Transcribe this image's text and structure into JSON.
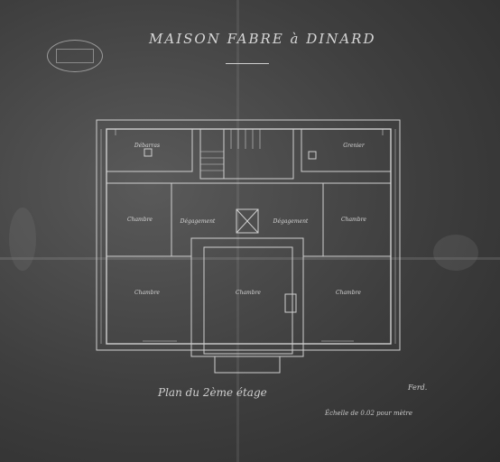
{
  "document": {
    "title": "MAISON FABRE à DINARD",
    "subtitle": "Plan du 2ème étage",
    "scale_note": "Échelle de 0.02 pour mètre",
    "signature": "Ferd."
  },
  "rooms": {
    "top_left": "Débarras",
    "top_right": "Grenier",
    "mid_left": "Chambre",
    "mid_right": "Chambre",
    "corridor_left": "Dégagement",
    "corridor_right": "Dégagement",
    "bottom_left": "Chambre",
    "bottom_center": "Chambre",
    "bottom_right": "Chambre"
  },
  "colors": {
    "paper": "#3e3e3e",
    "ink": "#d6d6d6"
  }
}
